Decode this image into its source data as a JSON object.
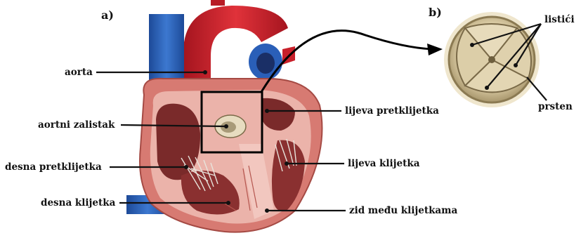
{
  "panels": {
    "a": "a)",
    "b": "b)"
  },
  "labels": {
    "aorta": "aorta",
    "aortni_zalistak": "aortni zalistak",
    "desna_pretklijetka": "desna pretklijetka",
    "desna_klijetka": "desna klijetka",
    "lijeva_pretklijetka": "lijeva pretklijetka",
    "lijeva_klijetka": "lijeva klijetka",
    "zid_medu_klijetkama": "zid među klijetkama",
    "listici": "listići",
    "prsten": "prsten"
  },
  "colors": {
    "artery_red": "#c8202a",
    "vein_blue": "#2a5fb8",
    "muscle": "#e6a79e",
    "chamber_dark": "#7a2a2a",
    "valve_cream": "#e7dcc0",
    "leader": "#111111"
  }
}
